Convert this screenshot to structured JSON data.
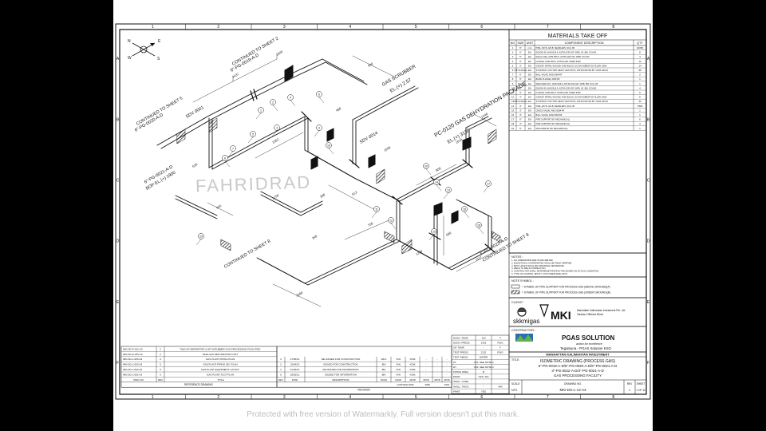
{
  "grid_columns": [
    "1",
    "2",
    "3",
    "4",
    "5",
    "6",
    "7",
    "8"
  ],
  "grid_rows": [
    "A",
    "B",
    "C",
    "D",
    "E",
    "F"
  ],
  "north": {
    "labels": [
      "E",
      "N",
      "W",
      "S"
    ]
  },
  "mto": {
    "title": "MATERIALS TAKE OFF",
    "headers": [
      "NO",
      "SIZE",
      "UNIT",
      "COMPONENT DESCRIPTION",
      "QTY"
    ],
    "rows": [
      [
        "1",
        "6\"",
        "mm",
        "PIPE, API 5L GR.B, SEAMLESS, SCH. 80",
        "10050"
      ],
      [
        "2",
        "6\"",
        "EA",
        "ELBOW 90, ANSI B16.9, ASTM A234 GR. WPB, LR, BW, SCH 80",
        "8"
      ],
      [
        "3",
        "6\"",
        "EA",
        "EQUAL TEE, ANSI B16.9, ASTM A234 GR. WPB, SCH 80",
        "4"
      ],
      [
        "4",
        "6\"",
        "EA",
        "FLANGE, ANSI B16.5, ASTM A105, WNRF 600#",
        "12"
      ],
      [
        "5",
        "6\"",
        "EA",
        "GASKET SPIRAL WOUND, ANSI B16.20, SS 304 ASBESTOS FILLER, 600#",
        "14"
      ],
      [
        "6",
        "7/8\"x140mm",
        "EA",
        "STUD BOLT C/W TWO HEAVY HEX NUTS, ASTM A193 GR.B7 / A194 GR.2H",
        "96"
      ],
      [
        "7",
        "6\"",
        "EA",
        "BALL VALVE, ANSI 600# RF",
        "2"
      ],
      [
        "8",
        "6\"",
        "EA",
        "BLIND FLANGE, 600# RF",
        "1"
      ],
      [
        "9",
        "6\"x3\"",
        "EA",
        "REDUCER ECC, ANSI B16.9, ASTM A234 GR. WPB, BW, SCH. 80",
        "1"
      ],
      [
        "10",
        "3\"",
        "EA",
        "ELBOW 90, ANSI B16.9, ASTM A234 GR. WPB, LR, BW, SCH 80",
        "4"
      ],
      [
        "11",
        "3\"",
        "EA",
        "FLANGE, ANSI B16.5, ASTM A105, WNRF 600#",
        "6"
      ],
      [
        "12",
        "3\"",
        "EA",
        "GASKET SPIRAL WOUND, ANSI B16.20, SS 304 ASBESTOS FILLER, 600#",
        "8"
      ],
      [
        "13",
        "5/8\"x110mm",
        "EA",
        "STUD BOLT C/W TWO HEAVY HEX NUTS, ASTM A193 GR.B7 / A194 GR.2H",
        "32"
      ],
      [
        "14",
        "3\"",
        "EA",
        "PIPE, API 5L GR.B, SEAMLESS, SCH. 80",
        "7800"
      ],
      [
        "15",
        "3\"",
        "EA",
        "CHECK VALVE, ANSI 600# RF",
        "1"
      ],
      [
        "16",
        "3\"",
        "EA",
        "BALL VALVE, ANSI 600# RF",
        "1"
      ],
      [
        "17",
        "6\"",
        "EA",
        "PIPE SUPPORT (BY MECHANICAL)",
        "6"
      ],
      [
        "18",
        "3\"",
        "EA",
        "PIPE SUPPORT (BY MECHANICAL)",
        "3"
      ],
      [
        "19",
        "6\"",
        "EA",
        "ANSI 600# RF (BY MECHANICAL)",
        "1"
      ]
    ]
  },
  "notes": {
    "title": "NOTES :",
    "lines": [
      "1. ALL DIMENSIONS ARE IN MILLIMETER",
      "2. ELEVATION & COORDINATES SHALL BE FIELD VERIFIED",
      "3. BOLT HOLES SHALL BE STRADDLE CENTERLINE",
      "4. WELD TO WELD CONNECTION",
      "5. CONTRACTOR SHALL DETERMINE PIPE ROUTING BASED ON ACTUAL CONDITION",
      "6. TYPE OF COATING: EPOXY / POLYURETHANE (HOT)"
    ]
  },
  "symbols": {
    "title": "NOTE SYMBOL :",
    "lines": [
      "= SYMBOL OF PIPE SUPPORT FOR PROCESS GAS (ABOVE GROUND)(A)",
      "= SYMBOL OF PIPE SUPPORT FOR PROCESS GAS (UNDER GROUND)(B)"
    ]
  },
  "client": {
    "label": "CLIENT :",
    "org1": "skkmigas",
    "org2": "MKI",
    "org2_line1": "Manhattan Kalimantan Investment Pte. Ltd.",
    "org2_line2": "Tarakan Offshore Block"
  },
  "contractor": {
    "label": "CONTRACTOR :",
    "org1": "PGAS SOLUTION",
    "org1_tag": "action for excellence",
    "company_line": "Tegatsuna - PGAS Solution KSO"
  },
  "project": {
    "owner": "MANHATTAN KALIMANTAN INVESTMENT",
    "title_label": "TITLE :",
    "title_lines": [
      "ISOMETRIC DRAWING (PROCESS GAS)",
      "6\"-PG-0019-A-D/6\"-PG-0020-A-D/6\"-PG-0021-A-D",
      "3\"-PG-0022-A-D/3\"-PG-0021-A-D",
      "GAS PROCESSING FACILITY"
    ],
    "scale_label": "SCALE",
    "scale": "NTS",
    "drawing_no_label": "DRAWING NO.",
    "drawing_no": "MKI-DG-L-12-A3",
    "rev_label": "REV",
    "rev": "1",
    "sheet_label": "SHEET",
    "sheet": "1 OF 11"
  },
  "design_data": [
    [
      "DSGN. TEMP.",
      "100",
      "F"
    ],
    [
      "DSGN. PRESS.",
      "1415",
      "PSIG"
    ],
    [
      "OP. TEMP.",
      "-",
      "F"
    ],
    [
      "TEST PRESS.",
      "2122",
      "PSIG"
    ],
    [
      "TEST. MEDIA",
      "WATER",
      ""
    ],
    [
      "PT",
      "YES, SEE NOTE 2",
      ""
    ],
    [
      "RT",
      "YES, SEE NOTE 3",
      ""
    ],
    [
      "PIPING SPEC.",
      "B",
      ""
    ],
    [
      "PWHT",
      "YES  /  NO",
      ""
    ],
    [
      "INSUL. CODE",
      "-",
      ""
    ],
    [
      "INSUL. THICK.",
      "-",
      "MM"
    ],
    [
      "PAINT",
      "YES",
      ""
    ]
  ],
  "references": [
    [
      "MKI-DG-P-102-A3",
      "2",
      "P&ID HP SEPARATOR & HP SCRUBBER GAS PROCESSING FACILITIES"
    ],
    [
      "MKI-DG-P-105-A3",
      "2",
      "P&ID GAS DEHYDRATION UNIT"
    ],
    [
      "MKI-DG-L-005-A3",
      "0",
      "GAS PLANT PIPING PLAN"
    ],
    [
      "MKI-DG-L-003-A3",
      "0",
      "GAS PLANT PIPING KEY PLAN"
    ],
    [
      "MKI-DG-L-002-A3",
      "0",
      "GAS PLANT EQUIPMENT LAYOUT"
    ],
    [
      "MKI-DG-L-001-A3",
      "0",
      "GAS PLANT PLOT PLAN"
    ]
  ],
  "ref_headers": [
    "DWG.NO.",
    "REV",
    "TITLE"
  ],
  "ref_footer": "REFERENCE DRAWING",
  "revisions": [
    [
      "3",
      "27/05/13",
      "RE-ISSUED FOR CONSTRUCTION",
      "WFU",
      "YAN",
      "KOM",
      "-",
      "-",
      "-"
    ],
    [
      "2",
      "15/04/13",
      "ISSUED FOR CONSTRUCTION",
      "IBA",
      "YAN",
      "KOM",
      "-",
      "-",
      "-"
    ],
    [
      "1",
      "01/03/13",
      "RE-ISSUED FOR INFORMATION",
      "IBA",
      "YAN",
      "KOM",
      "-",
      "-",
      "-"
    ],
    [
      "0",
      "18/02/13",
      "ISSUED FOR INFORMATION",
      "IBA",
      "YAN",
      "KOM",
      "-",
      "-",
      "-"
    ]
  ],
  "rev_headers": [
    "REV",
    "DATE",
    "DESCRIPTIONS",
    "DSGN",
    "CHKD",
    "APVD",
    "APVD",
    "APVD",
    "APVD"
  ],
  "rev_groups": {
    "contractor": "CONTRACTOR",
    "pmc": "PMC",
    "pon": "PON",
    "revision": "REVISION"
  },
  "iso_labels": {
    "package": "PC-0120 GAS DEHYDRATION PACKAGE",
    "package_el": "EL.(+) 3136",
    "scrubber": "GAS SCRUBBER",
    "scrubber_el": "EL.(+) 2.57",
    "line_a": "6\"-PG-0019-A-D",
    "line_b": "6\"-PG-0020-A-D",
    "line_c": "6\"-PG-0021-A-D",
    "line_d": "3\"-PG-0022-A-D",
    "cont1": "CONTINUED TO SHEET 2",
    "cont2": "CONTINUED TO SHEET 5",
    "cont3": "CONTINUED TO SHEET 9",
    "cont4": "CONTINUED TO SHEET 8",
    "bop": "BOP EL.(+) 1900",
    "valve1": "SDV 0001",
    "valve2": "SDV 0014",
    "callouts": [
      "1",
      "2",
      "3",
      "4",
      "5",
      "6",
      "7",
      "8",
      "9",
      "10",
      "11",
      "12",
      "13",
      "14",
      "15",
      "16",
      "17",
      "18",
      "19",
      "20"
    ],
    "dims": [
      "2437",
      "1845",
      "940",
      "1362",
      "612",
      "858",
      "1117",
      "2200",
      "750",
      "500",
      "1440",
      "945",
      "340",
      "1290",
      "620",
      "1750",
      "1040",
      "480",
      "280",
      "1016"
    ]
  },
  "watermarks": {
    "site": "FAHRIDRAD",
    "bottom": "Protected with free version of Watermarkly. Full version doesn't put this mark."
  }
}
